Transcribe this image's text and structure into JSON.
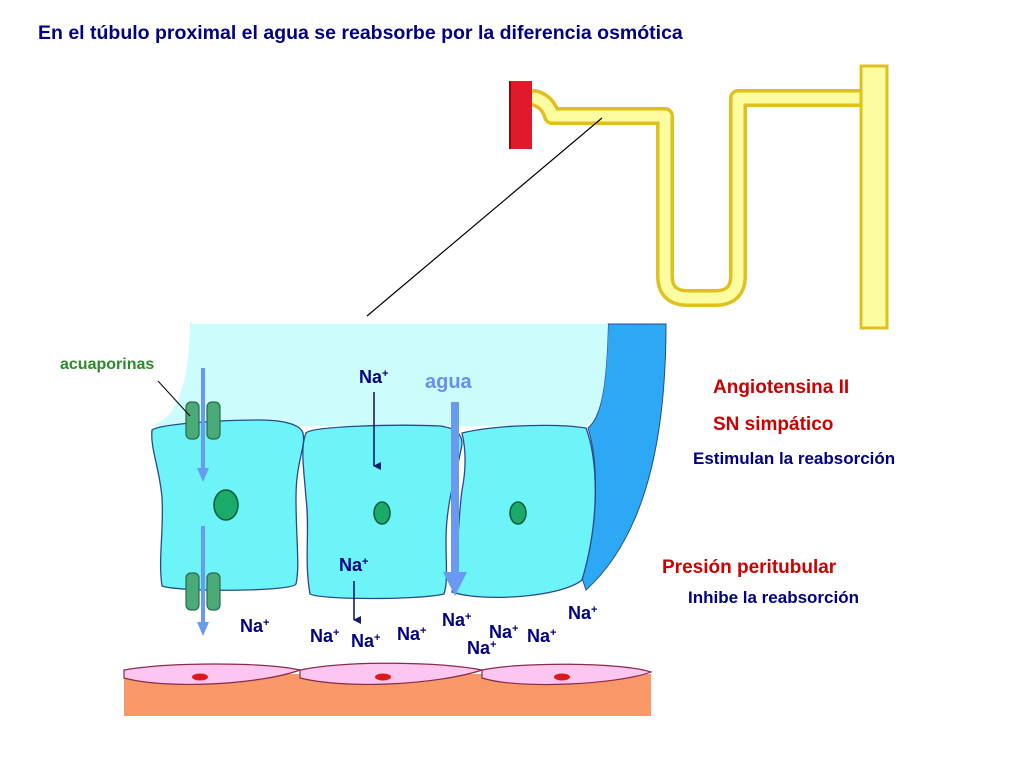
{
  "title": "En el túbulo proximal el agua se reabsorbe por la diferencia osmótica",
  "labels": {
    "acuaporinas": "acuaporinas",
    "agua": "agua",
    "na": "Na",
    "plus": "+"
  },
  "stimulators": {
    "angiotensina": "Angiotensina II",
    "sn_simpatico": "SN simpático",
    "effect": "Estimulan la reabsorción"
  },
  "inhibitor": {
    "presion": "Presión peritubular",
    "effect": "Inhibe la reabsorción"
  },
  "colors": {
    "title": "#000080",
    "red_text": "#cc0000",
    "blue_text": "#000080",
    "green_text": "#2a8a2a",
    "agua_text": "#6a8ef0",
    "lumen": "#ccfcfc",
    "cell": "#6cf4f8",
    "outline": "#2a4a8a",
    "dark_blue": "#2ca8f4",
    "aquaporin": "#4aaa78",
    "nucleus": "#1aaa6a",
    "arrow_light": "#6a9af0",
    "tubule_fill": "#fcfca0",
    "tubule_edge": "#e0c020",
    "glomerulus": "#e01a2a",
    "capillary_fill": "#fcc6f0",
    "interstitium": "#f89868",
    "rbc": "#dd1a1a"
  }
}
